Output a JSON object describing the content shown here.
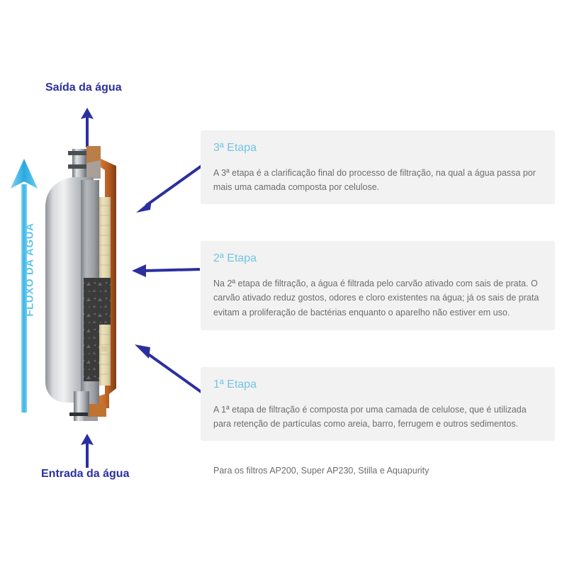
{
  "diagram": {
    "flow": {
      "label": "FLUXO DA ÁGUA",
      "arrow_color": "#3bb5e8",
      "direction": "up"
    },
    "water_outlet_label": "Saída da água",
    "water_inlet_label": "Entrada da água",
    "label_color": "#2c2f9e",
    "pointer_color": "#2b2f9e"
  },
  "stages": [
    {
      "id": "stage-3",
      "title": "3ª Etapa",
      "body": "A 3ª etapa é a clarificação final do processo de filtração, na qual a água passa por mais uma camada composta por celulose."
    },
    {
      "id": "stage-2",
      "title": "2ª Etapa",
      "body": "Na 2ª etapa de filtração, a água é filtrada pelo carvão ativado com sais de prata. O carvão ativado reduz gostos, odores e cloro existentes na água; já os sais de prata evitam a proliferação de bactérias enquanto o aparelho não estiver em uso."
    },
    {
      "id": "stage-1",
      "title": "1ª Etapa",
      "body": "A 1ª etapa de filtração é composta por uma camada de celulose, que é utilizada para retenção de partículas como areia, barro, ferrugem e outros sedimentos."
    }
  ],
  "footnote": "Para os filtros AP200, Super AP230, Stilla e Aquapurity",
  "colors": {
    "panel_background": "#f2f2f2",
    "stage_title": "#72c5e2",
    "body_text": "#6d6d6d",
    "flow_cyan": "#3bb5e8",
    "navy": "#2c2f9e",
    "housing_gray": "#b9bcc0",
    "shell_orange": "#c8662a",
    "cellulose_cream": "#e8ddb8",
    "carbon_charcoal": "#3a3a3a"
  }
}
